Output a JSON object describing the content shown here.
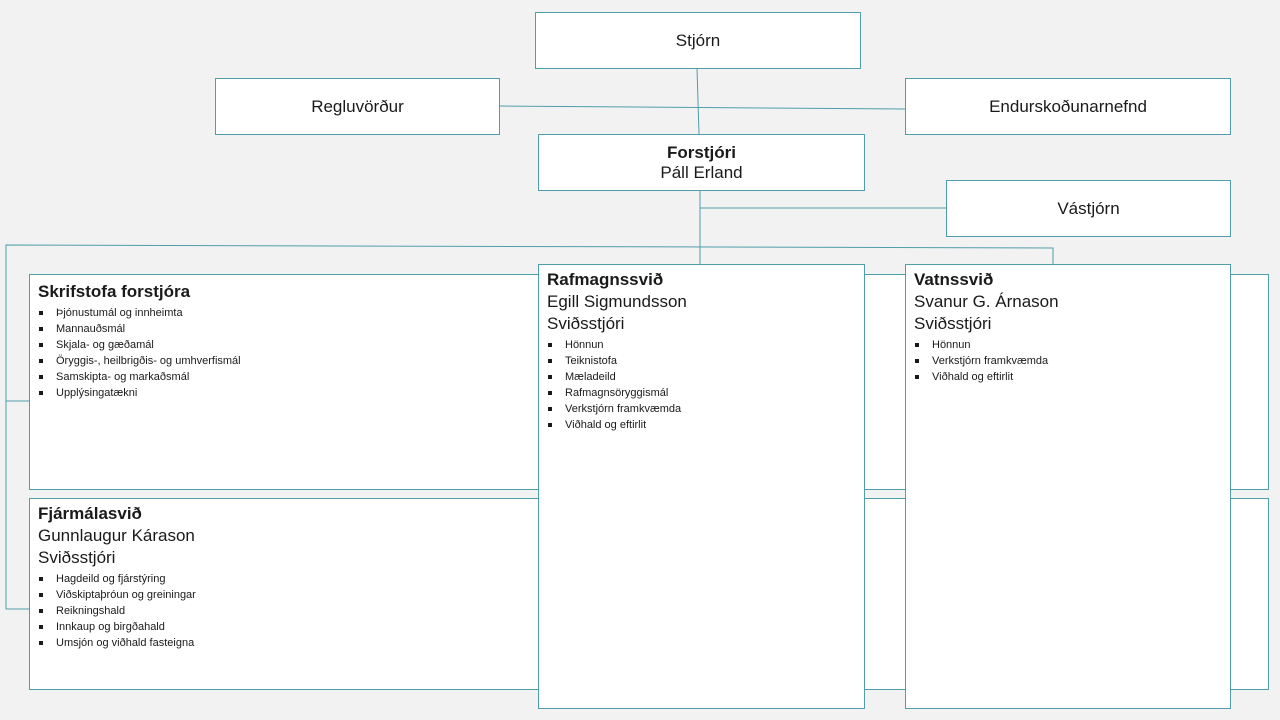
{
  "board": "Stjórn",
  "compliance": "Regluvörður",
  "audit": "Endurskoðunarnefnd",
  "ceo": {
    "title": "Forstjóri",
    "name": "Páll Erland"
  },
  "safety": "Vástjórn",
  "office": {
    "title": "Skrifstofa forstjóra",
    "items": [
      "Þjónustumál og innheimta",
      "Mannauðsmál",
      "Skjala- og gæðamál",
      "Öryggis-, heilbrigðis- og umhverfismál",
      "Samskipta- og markaðsmál",
      "Upplýsingatækni"
    ]
  },
  "finance": {
    "title": "Fjármálasvið",
    "name": "Gunnlaugur Kárason",
    "role": "Sviðsstjóri",
    "items": [
      "Hagdeild og fjárstýring",
      "Viðskiptaþróun og greiningar",
      "Reikningshald",
      "Innkaup og birgðahald",
      "Umsjón og viðhald fasteigna"
    ]
  },
  "electric": {
    "title": "Rafmagnssvið",
    "name": "Egill Sigmundsson",
    "role": "Sviðsstjóri",
    "items": [
      "Hönnun",
      "Teiknistofa",
      "Mæladeild",
      "Rafmagnsöryggismál",
      "Verkstjórn framkvæmda",
      "Viðhald og eftirlit"
    ]
  },
  "water": {
    "title": "Vatnssvið",
    "name": "Svanur G. Árnason",
    "role": "Sviðsstjóri",
    "items": [
      "Hönnun",
      "Verkstjórn framkvæmda",
      "Viðhald og eftirlit"
    ]
  },
  "colors": {
    "border": "#4f9eab",
    "background": "#f2f2f2"
  }
}
